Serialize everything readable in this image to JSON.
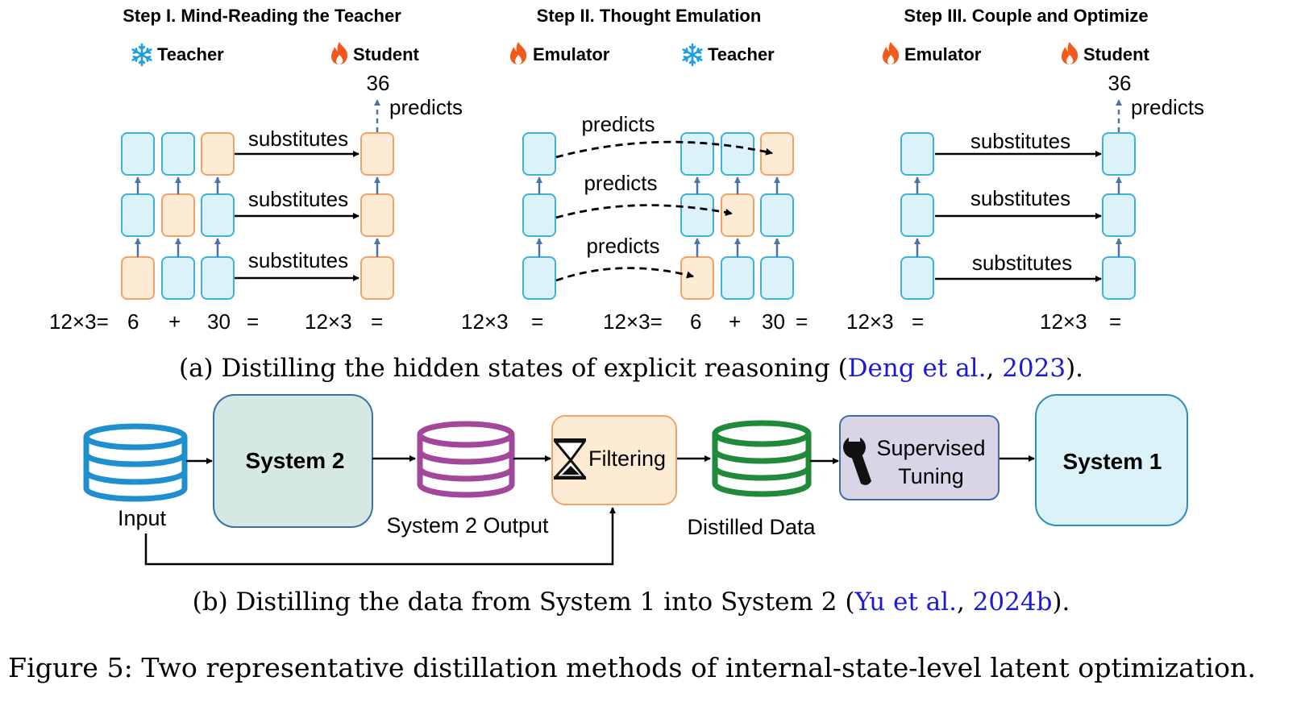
{
  "part_a": {
    "step1": {
      "title": "Step I. Mind-Reading the Teacher",
      "left_model": "Teacher",
      "right_model": "Student",
      "output_value": "36",
      "output_label": "predicts",
      "arrow_labels": [
        "substitutes",
        "substitutes",
        "substitutes"
      ],
      "eq_left": [
        "12×3=",
        "6",
        "+",
        "30",
        "="
      ],
      "eq_right": [
        "12×3",
        "="
      ]
    },
    "step2": {
      "title": "Step II. Thought Emulation",
      "left_model": "Emulator",
      "right_model": "Teacher",
      "arrow_labels": [
        "predicts",
        "predicts",
        "predicts"
      ],
      "eq_left": [
        "12×3",
        "="
      ],
      "eq_right": [
        "12×3=",
        "6",
        "+",
        "30",
        "="
      ]
    },
    "step3": {
      "title": "Step III. Couple and Optimize",
      "left_model": "Emulator",
      "right_model": "Student",
      "output_value": "36",
      "output_label": "predicts",
      "arrow_labels": [
        "substitutes",
        "substitutes",
        "substitutes"
      ],
      "eq_left": [
        "12×3",
        "="
      ],
      "eq_right": [
        "12×3",
        "="
      ]
    },
    "caption": {
      "prefix": "(a) Distilling the hidden states of explicit reasoning (",
      "cite_author": "Deng et al.",
      "sep": ", ",
      "cite_year": "2023",
      "suffix": ")."
    }
  },
  "part_b": {
    "input_label": "Input",
    "system2_label": "System 2",
    "system2_output_label": "System 2 Output",
    "filtering_label": "Filtering",
    "distilled_label": "Distilled Data",
    "tuning_line1": "Supervised",
    "tuning_line2": "Tuning",
    "system1_label": "System 1",
    "caption": {
      "prefix": "(b) Distilling the data from System 1 into System 2 (",
      "cite_author": "Yu et al.",
      "sep": ", ",
      "cite_year": "2024b",
      "suffix": ")."
    }
  },
  "figure_caption": "Figure 5: Two representative distillation methods of internal-state-level latent optimization.",
  "colors": {
    "blue_fill": "#dbf3f8",
    "blue_stroke": "#3fb1d7",
    "orange_fill": "#fdebd4",
    "orange_stroke": "#f1a26b",
    "arrow_up": "#4a73a6",
    "input_db": "#1f8fcf",
    "output_db": "#a2479a",
    "distilled_db": "#1f8a3a",
    "system2_fill": "#d5e8e4",
    "system2_stroke": "#3b6fa6",
    "filter_fill": "#fdebd4",
    "filter_stroke": "#f1a26b",
    "tuning_fill": "#dad5e6",
    "tuning_stroke": "#3b6fa6",
    "system1_fill": "#dbf3f8",
    "system1_stroke": "#2e8fb8",
    "cite": "#1a1ad6"
  }
}
